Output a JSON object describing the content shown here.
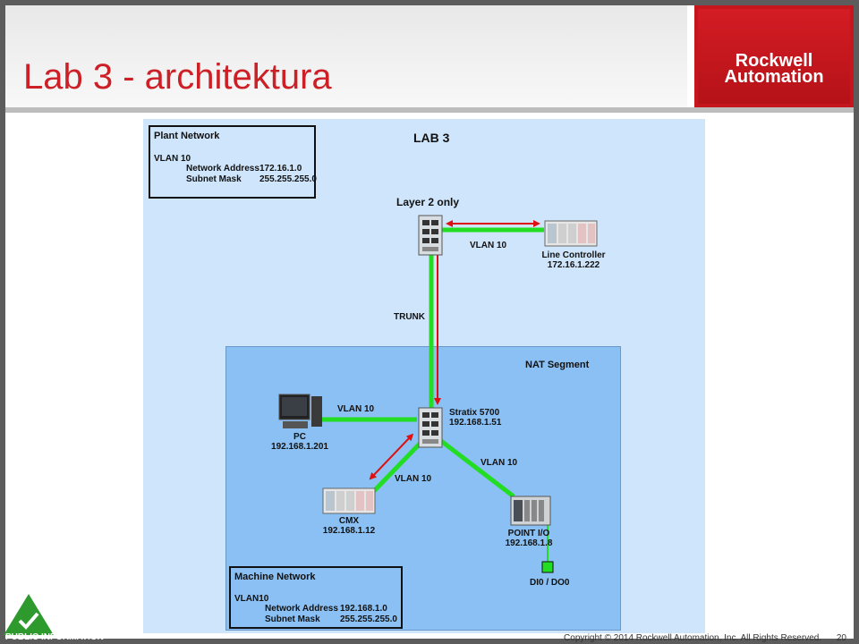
{
  "slide": {
    "title": "Lab 3 - architektura",
    "logo_line1": "Rockwell",
    "logo_line2": "Automation"
  },
  "plant_network": {
    "heading": "Plant Network",
    "vlan": "VLAN 10",
    "network_address_label": "Network Address",
    "network_address_value": "172.16.1.0",
    "subnet_mask_label": "Subnet Mask",
    "subnet_mask_value": "255.255.255.0"
  },
  "diagram": {
    "lab_title": "LAB 3",
    "layer2_label": "Layer 2 only",
    "vlan_top": "VLAN 10",
    "trunk": "TRUNK",
    "nat_segment": "NAT Segment",
    "vlan_pc": "VLAN 10",
    "vlan_cmx": "VLAN 10",
    "vlan_point": "VLAN 10"
  },
  "devices": {
    "line_controller_name": "Line Controller",
    "line_controller_ip": "172.16.1.222",
    "stratix_name": "Stratix 5700",
    "stratix_ip": "192.168.1.51",
    "pc_name": "PC",
    "pc_ip": "192.168.1.201",
    "cmx_name": "CMX",
    "cmx_ip": "192.168.1.12",
    "point_name": "POINT I/O",
    "point_ip": "192.168.1.8",
    "dio": "DI0 / DO0"
  },
  "machine_network": {
    "heading": "Machine Network",
    "vlan": "VLAN10",
    "network_address_label": "Network Address",
    "network_address_value": "192.168.1.0",
    "subnet_mask_label": "Subnet Mask",
    "subnet_mask_value": "255.255.255.0"
  },
  "footer": {
    "classification": "PUBLIC INFORMATION",
    "copyright": "Copyright © 2014 Rockwell Automation, Inc. All Rights Reserved.",
    "page_number": "20"
  },
  "colors": {
    "title_red": "#cc1f26",
    "link_green": "#22dd22",
    "arrow_red": "#dd1111"
  }
}
